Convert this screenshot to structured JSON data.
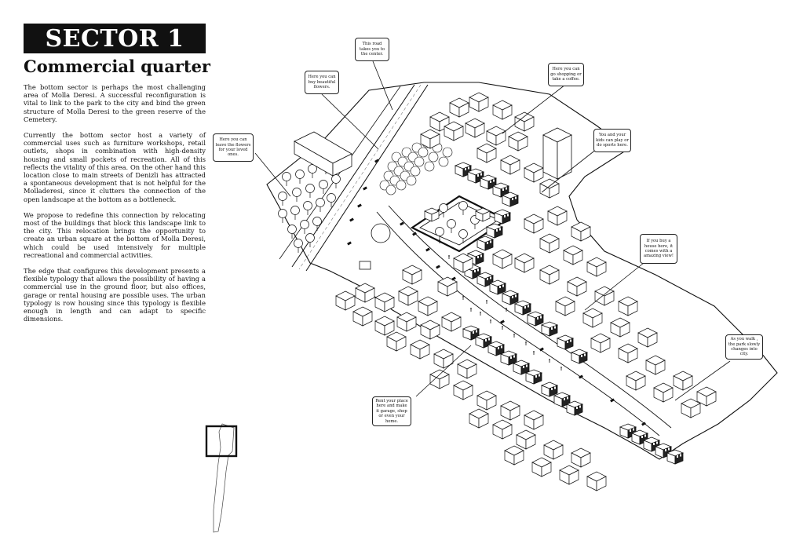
{
  "header": {
    "title": "SECTOR 1",
    "subtitle": "Commercial quarter"
  },
  "paragraphs": [
    "The bottom sector is perhaps the most challenging area of Molla Deresi. A successful reconfiguration is vital to link to the park to the city and bind the green structure of Molla Deresi to the green reserve of the Cemetery.",
    "Currently the bottom sector host a variety of commercial uses such as furniture workshops, retail outlets, shops in combination with high-density housing and small pockets of recreation. All of this reflects the vitality of this area. On the other hand this location close to main streets of Denizli has attracted a spontaneous development that is not helpful for the Molladeresi, since it clutters the connection of the open landscape at the bottom as a bottleneck.",
    "We propose to redefine this connection by relocating most of the buildings that block this landscape link to the city. This relocation brings the opportunity to create an urban square at the bottom of Molla Deresi, which could be used intensively for multiple recreational and commercial activities.",
    "The edge that configures this development presents a flexible typology that allows the possibility of having a commercial use in the ground floor, but also offices, garage or rental housing are possible uses. The urban typology is row housing since this typology is flexible enough in length and can adapt to specific dimensions."
  ],
  "callouts": {
    "road": "This road takes you to the center.",
    "flowers_buy": "Here you can buy beautiful flowers.",
    "flowers_leave": "Here you can leave the flowers for your loved ones.",
    "shopping": "Here you can go shopping or take a coffee.",
    "kids": "You and your kids can play or do sports here.",
    "view": "If you buy a house here, it comes with a amazing view!",
    "walk": "As you walk , the park slowly changes into city.",
    "rent": "Rent your place here and make it garage, shop or even your home."
  }
}
